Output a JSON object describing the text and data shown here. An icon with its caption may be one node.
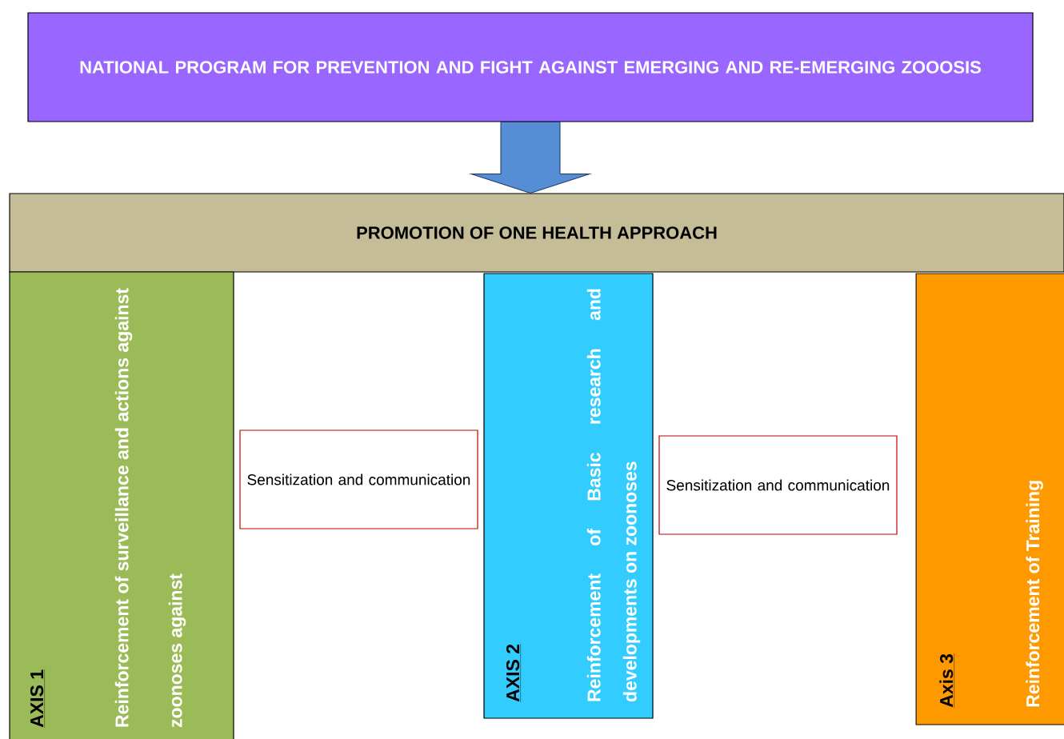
{
  "diagram": {
    "nodes": [
      {
        "text": [
          "NATIONAL PROGRAM FOR PREVENTION AND FIGHT AGAINST EMERGING AND RE-EMERGING ZOOOSIS"
        ]
      },
      {
        "text": [
          "PROMOTION OF ONE HEALTH APPROACH"
        ]
      },
      {
        "text": [
          "AXIS 1",
          "Reinforcement of surveillance and actions against zoonoses against"
        ]
      },
      {
        "text": [
          "Sensitization and communication"
        ]
      },
      {
        "text": [
          "AXIS 2",
          "Reinforcement of Basic research and developments on zoonoses"
        ]
      },
      {
        "text": [
          "Sensitization and communication"
        ]
      },
      {
        "text": [
          "Axis 3",
          "Reinforcement of Training"
        ]
      }
    ],
    "edges": [
      {
        "from": 0,
        "to": 1,
        "arrow": "to"
      }
    ]
  }
}
